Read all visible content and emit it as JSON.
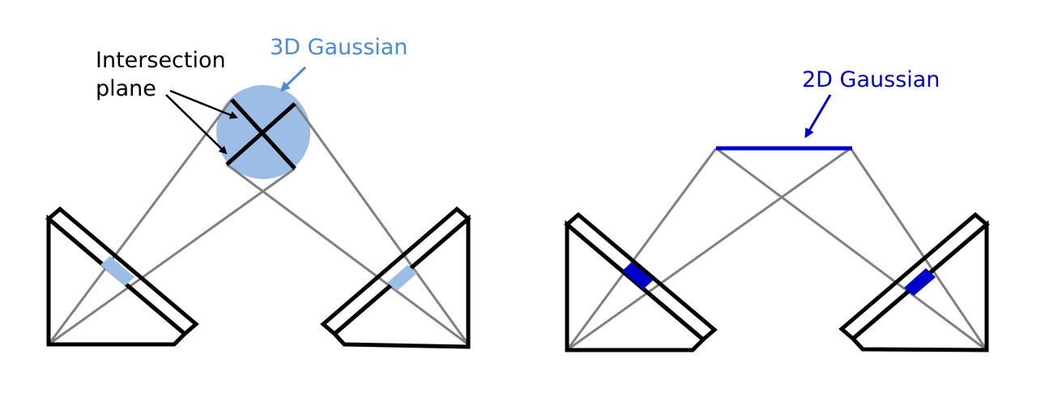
{
  "left_panel": {
    "gaussian_label": "3D Gaussian",
    "plane_label_line1": "Intersection",
    "plane_label_line2": "plane"
  },
  "right_panel": {
    "gaussian_label": "2D Gaussian"
  },
  "colors": {
    "gaussian_3d": "#9bbde6",
    "gaussian_3d_label": "#4a8bd6",
    "gaussian_2d": "#0000cc",
    "ray": "#808080",
    "outline": "#000000"
  }
}
